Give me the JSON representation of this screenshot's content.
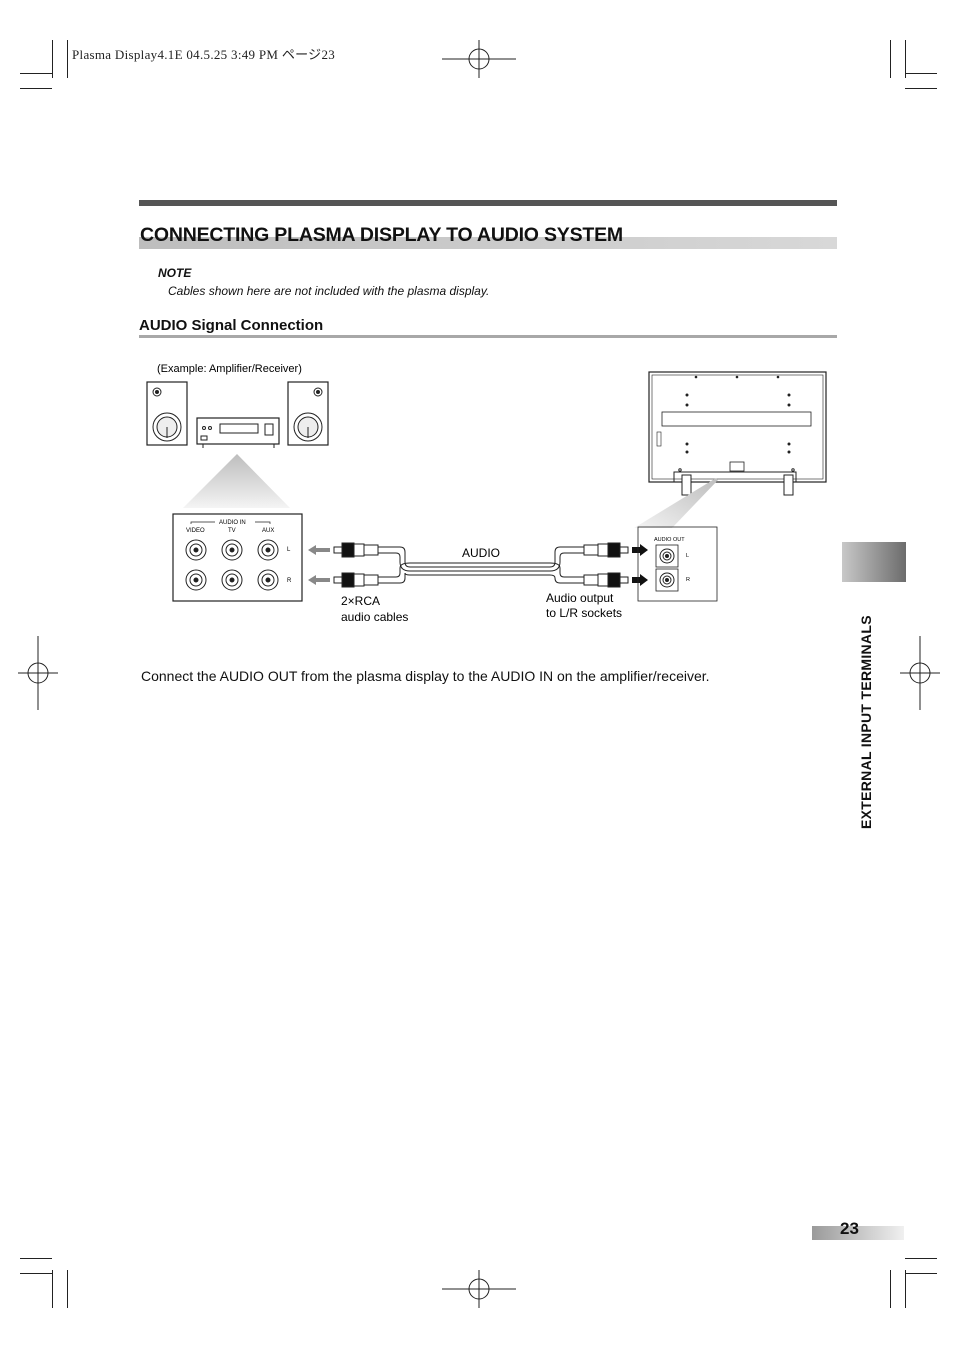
{
  "header": {
    "print_info": "Plasma Display4.1E  04.5.25  3:49 PM   ページ23"
  },
  "page": {
    "title": "CONNECTING PLASMA DISPLAY TO AUDIO SYSTEM",
    "note_heading": "NOTE",
    "note_text": "Cables shown here are not included with the plasma display.",
    "subheading": "AUDIO Signal Connection",
    "side_tab": "EXTERNAL INPUT TERMINALS",
    "page_number": "23",
    "body_text": "Connect the AUDIO OUT from the plasma display to the AUDIO IN on the amplifier/receiver."
  },
  "diagram": {
    "example_label": "(Example: Amplifier/Receiver)",
    "audio_in_label": "AUDIO IN",
    "input_columns": [
      "VIDEO",
      "TV",
      "AUX"
    ],
    "channel_left": "L",
    "channel_right": "R",
    "audio_out_label": "AUDIO OUT",
    "cable_label": "AUDIO",
    "cables_line1": "2×RCA",
    "cables_line2": "audio cables",
    "output_line1": "Audio output",
    "output_line2": "to L/R sockets"
  }
}
